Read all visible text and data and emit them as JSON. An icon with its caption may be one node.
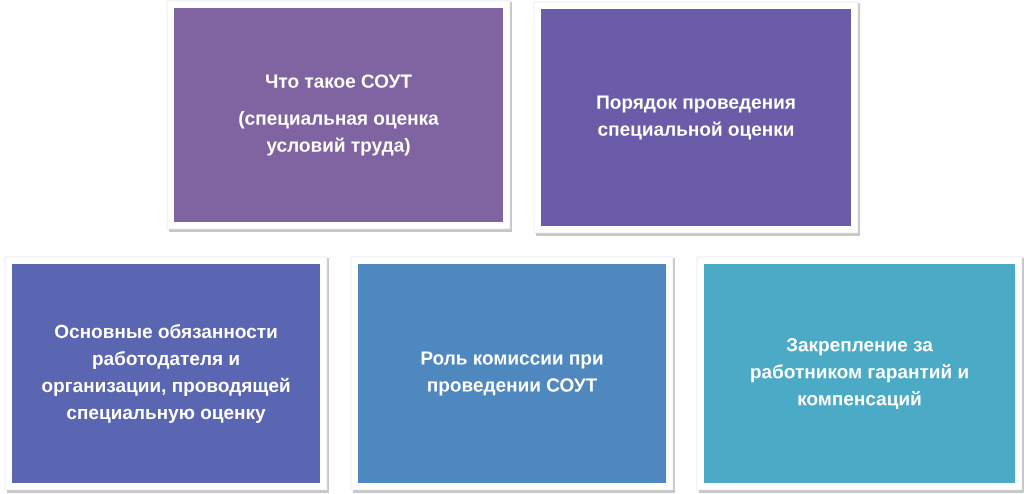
{
  "diagram": {
    "nodes": [
      {
        "text": [
          "Что такое СОУТ",
          "(специальная оценка условий труда)"
        ]
      },
      {
        "text": [
          "Порядок проведения специальной оценки"
        ]
      },
      {
        "text": [
          "Основные обязанности работодателя и организации, проводящей специальную оценку"
        ]
      },
      {
        "text": [
          "Роль комиссии при проведении СОУТ"
        ]
      },
      {
        "text": [
          "Закрепление за работником гарантий и компенсаций"
        ]
      }
    ]
  }
}
